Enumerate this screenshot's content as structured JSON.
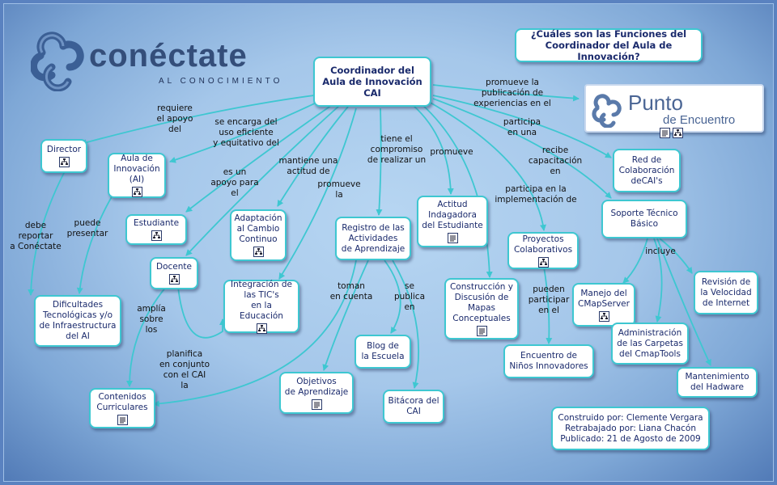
{
  "colors": {
    "edge": "#3ec7d1",
    "node_border": "#3ec7d1",
    "text": "#1a2a6c"
  },
  "logos": {
    "conectate": {
      "title": "conéctate",
      "subtitle": "AL CONOCIMIENTO"
    },
    "punto": {
      "title": "Punto",
      "subtitle": "de Encuentro"
    }
  },
  "nodes": {
    "central": "Coordinador del\nAula de Innovación\nCAI",
    "question": "¿Cuáles son las Funciones del\nCoordinador del Aula de Innovación?",
    "director": "Director",
    "aula": "Aula de\nInnovación\n(AI)",
    "estudiante": "Estudiante",
    "docente": "Docente",
    "dificultades": "Dificultades\nTecnológicas y/o\nde Infraestructura\ndel AI",
    "contenidos": "Contenidos\nCurriculares",
    "adaptacion": "Adaptación\nal Cambio\nContinuo",
    "integracion": "Integración de\nlas TIC's\nen la Educación",
    "registro": "Registro de las\nActividades\nde Aprendizaje",
    "objetivos": "Objetivos\nde Aprendizaje",
    "blog": "Blog de\nla Escuela",
    "bitacora": "Bitácora del\nCAI",
    "actitud": "Actitud\nIndagadora\ndel Estudiante",
    "construccion": "Construcción y\nDiscusión de\nMapas\nConceptuales",
    "proyectos": "Proyectos\nColaborativos",
    "encuentro": "Encuentro de\nNiños Innovadores",
    "red": "Red de\nColaboración\ndeCAI's",
    "soporte": "Soporte Técnico\nBásico",
    "manejo": "Manejo del\nCMapServer",
    "administracion": "Administración\nde las Carpetas\ndel CmapTools",
    "revision": "Revisión de\nla Velocidad\nde Internet",
    "mantenimiento": "Mantenimiento\ndel Hadware",
    "credits": "Construido por: Clemente Vergara\nRetrabajado por: Liana Chacón\nPublicado: 21 de Agosto de 2009"
  },
  "links": {
    "requiere": "requiere\nel apoyo\ndel",
    "se_encarga": "se encarga del\nuso eficiente\ny equitativo del",
    "es_un_apoyo": "es un\napoyo para\nel",
    "mantiene": "mantiene una\nactitud de",
    "promueve_la": "promueve\nla",
    "tiene": "tiene el\ncompromiso\nde realizar un",
    "promueve": "promueve",
    "participa_impl": "participa en la\nimplementación de",
    "recibe": "recibe\ncapacitación\nen",
    "participa_una": "participa\nen una",
    "promueve_pub": "promueve la\npublicación de\nexperiencias en el",
    "debe_reportar": "debe\nreportar\na Conéctate",
    "puede_presentar": "puede\npresentar",
    "amplia": "amplía\nsobre\nlos",
    "planifica": "planifica\nen conjunto\ncon el CAI\nla",
    "toman": "toman\nen cuenta",
    "se_publica": "se\npublica\nen",
    "pueden_participar": "pueden\nparticipar\nen el",
    "incluye": "incluye"
  }
}
